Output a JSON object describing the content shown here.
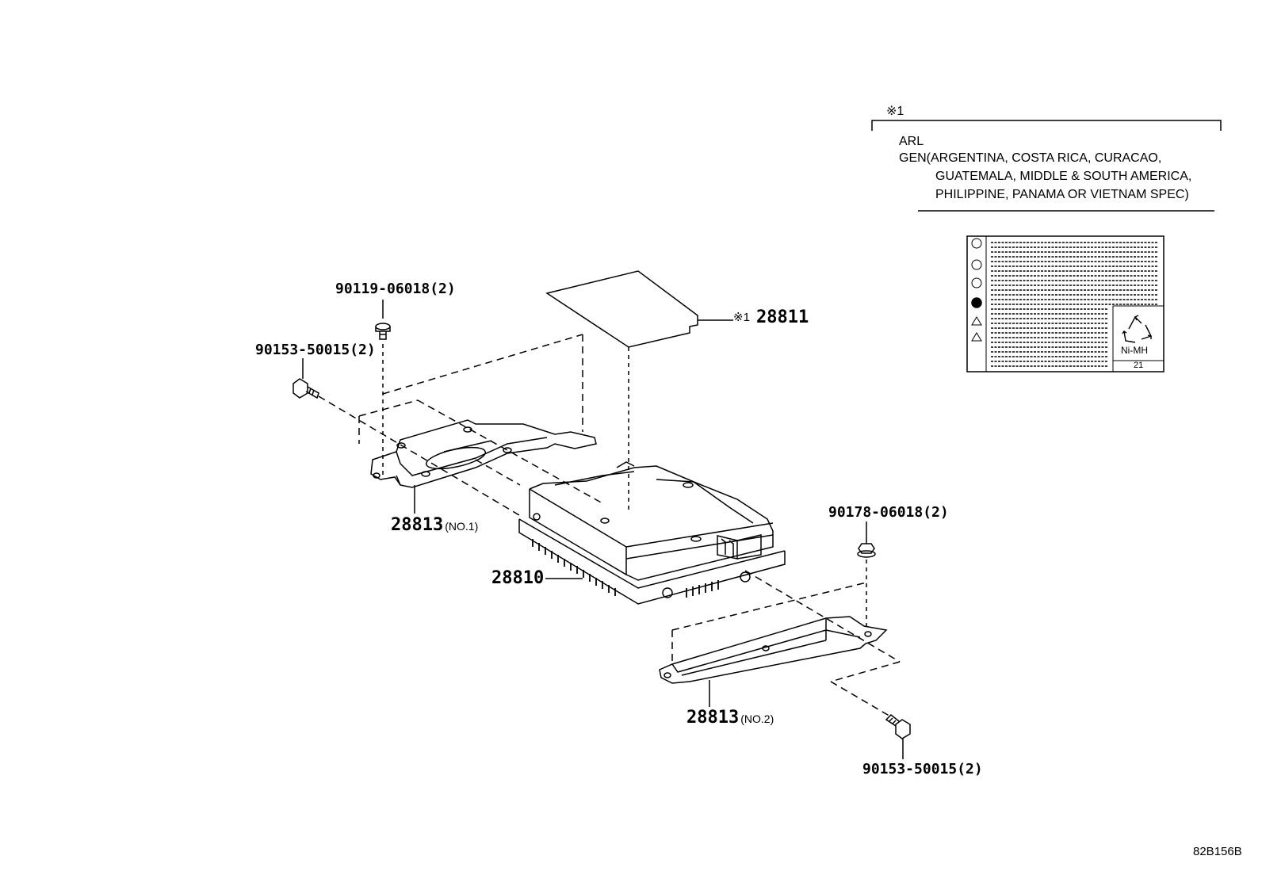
{
  "note": {
    "marker": "※1",
    "line1": "ARL",
    "line2": "GEN(ARGENTINA, COSTA RICA, CURACAO,",
    "line3": "GUATEMALA, MIDDLE & SOUTH AMERICA,",
    "line4": "PHILIPPINE, PANAMA OR VIETNAM SPEC)"
  },
  "label_plate": {
    "recycle_text": "Ni-MH",
    "footer_number": "21"
  },
  "callouts": {
    "bolt_top": "90119-06018(2)",
    "screw_left": "90153-50015(2)",
    "plate_marker": "※1",
    "plate": "28811",
    "bracket1_num": "28813",
    "bracket1_sub": "(NO.1)",
    "ecu": "28810",
    "nut_right": "90178-06018(2)",
    "bracket2_num": "28813",
    "bracket2_sub": "(NO.2)",
    "screw_bottom": "90153-50015(2)"
  },
  "figure_id": "82B156B"
}
